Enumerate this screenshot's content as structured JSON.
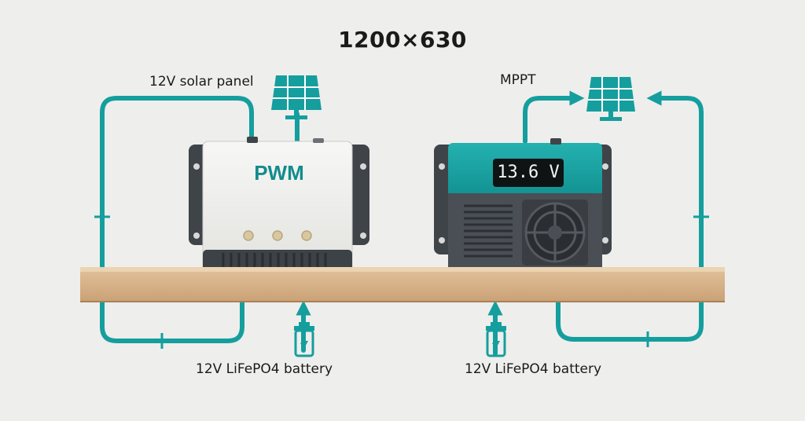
{
  "header": {
    "dimensions": "1200×630"
  },
  "labels": {
    "solar_panel": "12V solar panel",
    "mppt": "MPPT",
    "battery_left": "12V LiFePO4 battery",
    "battery_right": "12V LiFePO4 battery"
  },
  "pwm_controller": {
    "label": "PWM"
  },
  "mppt_controller": {
    "display": "13.6 V"
  },
  "colors": {
    "accent": "#159e9e",
    "background": "#eeeeec",
    "shelf": "#d9b48a",
    "mppt_body": "#4a4f55",
    "pwm_body": "#f0f0ee"
  }
}
